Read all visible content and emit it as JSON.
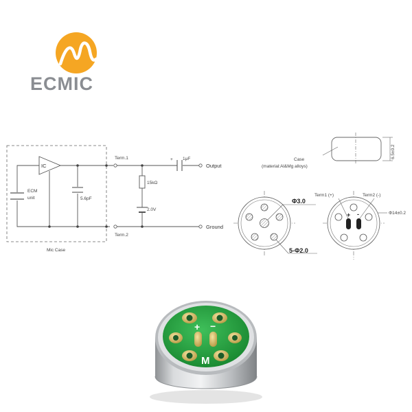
{
  "logo": {
    "brand_text": "ECMIC",
    "brand_color": "#f5a623"
  },
  "schematic": {
    "ic_label": "IC",
    "ecm_label": "ECM",
    "unit_label": "unit",
    "cap_small_label": "5.6pF",
    "term1_label": "Term.1",
    "term2_label": "Term.2",
    "plus_label": "+",
    "cap_out_label": "1μF",
    "output_label": "Output",
    "ground_label": "Ground",
    "resistor_label": "15kΩ",
    "voltage_label": "2.0V",
    "mic_case_label": "Mic Case"
  },
  "case_view": {
    "case_label": "Case",
    "material_label": "(material:Al&Mg alloys)",
    "height_dim": "6.5±0.2"
  },
  "front_view": {
    "dia_center": "Φ3.0",
    "dia_holes": "5-Φ2.0"
  },
  "back_view": {
    "term1_label": "Term1 (+)",
    "term2_label": "Term2 (-)",
    "dia_outer": "Φ14±0.2",
    "plus_mark": "+",
    "minus_mark": "-"
  },
  "photo": {
    "plus_mark": "+",
    "minus_mark": "−",
    "brand_mark": "M",
    "pcb_color": "#1f9a3a",
    "case_color": "#c9cbcd"
  }
}
